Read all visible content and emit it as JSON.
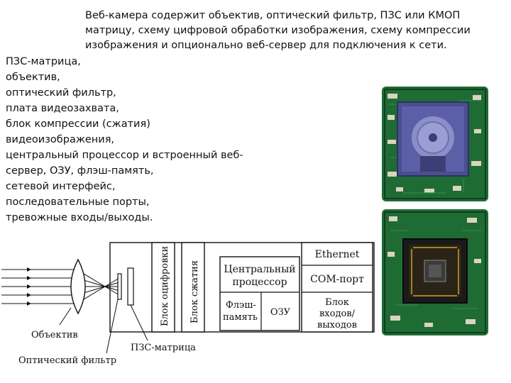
{
  "intro_text": "Веб-камера содержит объектив, оптический фильтр, ПЗС или КМОП матрицу, схему цифровой обработки изображения, схему компрессии изображения и опционально веб-сервер для подключения к сети.",
  "components_list": "ПЗС-матрица,\nобъектив,\nоптический фильтр,\nплата видеозахвата,\nблок компрессии (сжатия)\nвидеоизображения,\nцентральный процессор и встроенный веб-\nсервер, ОЗУ, флэш-память,\nсетевой интерфейс,\nпоследовательные порты,\nтревожные входы/выходы.",
  "diagram": {
    "label_lens": "Объектив",
    "label_filter": "Оптический фильтр",
    "label_sensor": "ПЗС-матрица",
    "block_digitize": "Блок оцифровки",
    "block_compress": "Блок сжатия",
    "cpu_line1": "Центральный",
    "cpu_line2": "процессор",
    "flash_line1": "Флэш-",
    "flash_line2": "память",
    "ram": "ОЗУ",
    "ethernet": "Ethernet",
    "com_port": "COM-порт",
    "io_line1": "Блок",
    "io_line2": "входов/",
    "io_line3": "выходов"
  },
  "colors": {
    "pcb": "#1f6b34",
    "pcb_dark": "#0f3f1e",
    "lens_housing": "#5a5fa8",
    "chip": "#c9a227"
  }
}
